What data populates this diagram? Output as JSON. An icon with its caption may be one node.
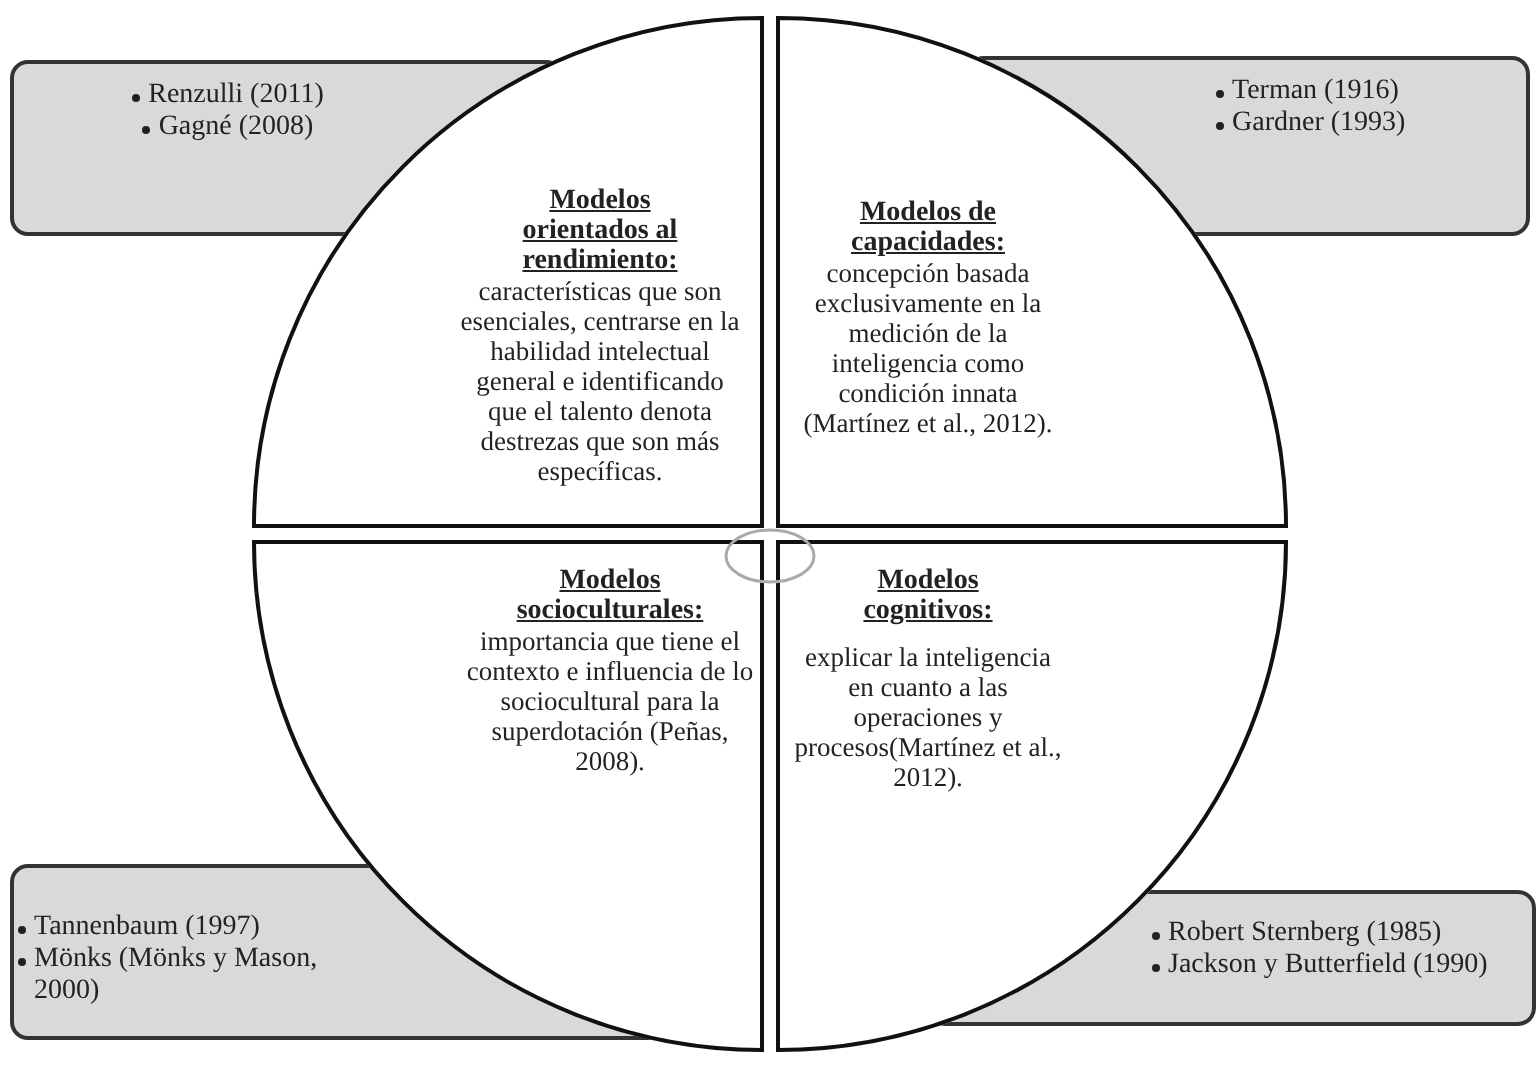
{
  "diagram": {
    "nodes": [
      {
        "text": [
          "Renzulli (2011)",
          "Gagné (2008)"
        ]
      },
      {
        "text": [
          "Terman (1916)",
          "Gardner (1993)"
        ]
      },
      {
        "text": [
          "Modelos orientados al rendimiento:",
          "características que son esenciales, centrarse en la habilidad intelectual general e identificando que el talento denota destrezas que son más específicas."
        ]
      },
      {
        "text": [
          "Modelos de capacidades:",
          "concepción basada exclusivamente en la medición de la inteligencia como condición innata (Martínez et al., 2012)."
        ]
      },
      {
        "text": [
          "Modelos socioculturales:",
          "importancia que tiene el contexto e influencia de lo sociocultural para la superdotación (Peñas, 2008)."
        ]
      },
      {
        "text": [
          "Modelos cognitivos:",
          "explicar la inteligencia en cuanto a las operaciones y procesos(Martínez et al., 2012)."
        ]
      },
      {
        "text": [
          "Tannenbaum (1997)",
          "Mönks (Mönks y Mason, 2000)"
        ]
      },
      {
        "text": [
          "Robert Sternberg (1985)",
          "Jackson y Butterfield (1990)"
        ]
      }
    ]
  }
}
